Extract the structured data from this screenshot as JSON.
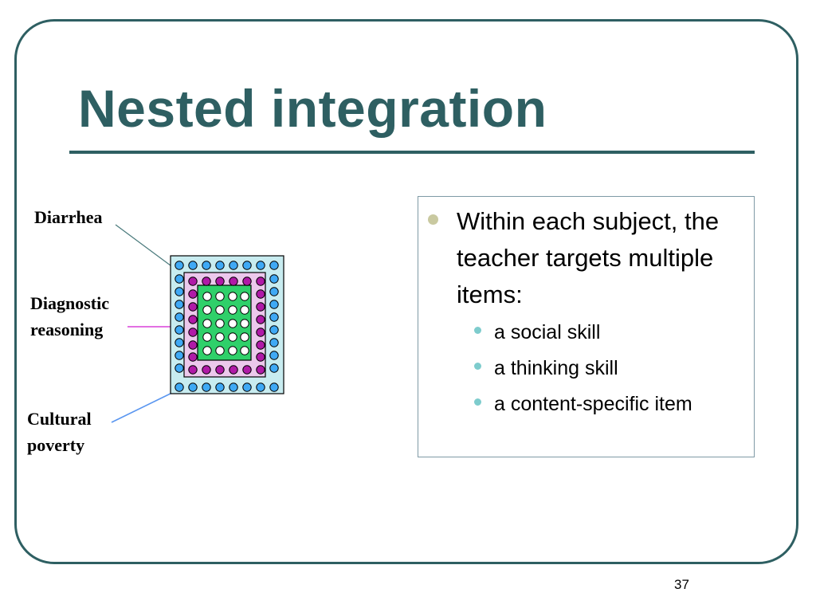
{
  "slide": {
    "title": "Nested integration",
    "page_number": "37"
  },
  "diagram": {
    "labels": {
      "outer": "Diarrhea",
      "middle_line1": "Diagnostic",
      "middle_line2": "reasoning",
      "inner_line1": "Cultural",
      "inner_line2": "poverty"
    },
    "colors": {
      "outer_fill": "#c8ecf0",
      "outer_dots": "#3fa9f5",
      "middle_fill": "#ecc8ec",
      "middle_dots": "#b01aa7",
      "inner_fill": "#2fd06a",
      "inner_dots": "#ffffff",
      "pointer_outer": "#4a7a7c",
      "pointer_middle": "#d21ad2",
      "pointer_inner": "#5a96f0"
    }
  },
  "content": {
    "main_bullet": "Within each subject, the teacher targets multiple items:",
    "sub_bullets": [
      "a social skill",
      "a thinking skill",
      "a content-specific item"
    ],
    "colors": {
      "main_bullet": "#c9c9a0",
      "sub_bullet": "#7ecccd",
      "accent": "#2e5f62"
    }
  }
}
